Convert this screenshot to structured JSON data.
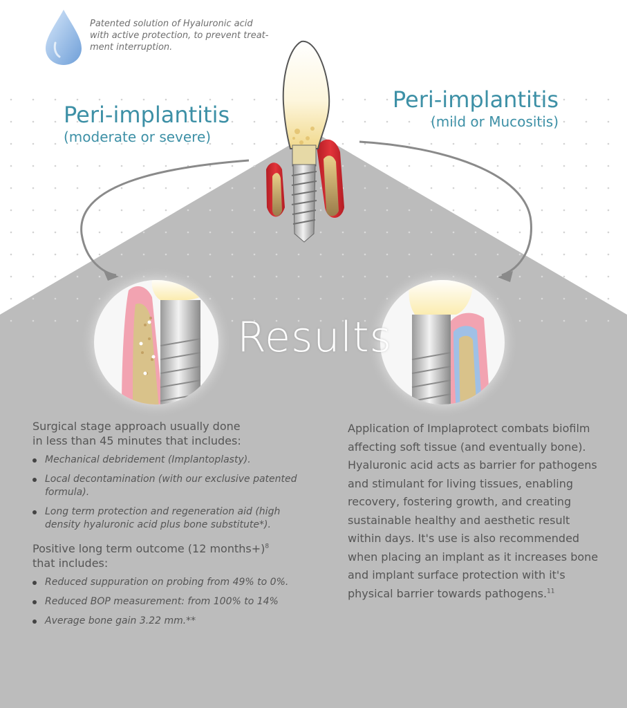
{
  "colors": {
    "background": "#ffffff",
    "house_gray": "#bcbcbc",
    "title_teal": "#3d90a6",
    "text_gray": "#555555",
    "gum_red": "#d9272e",
    "gum_pink": "#f2a3b1",
    "drop_blue": "#8db8e6",
    "bone_gold": "#d8b86a"
  },
  "icons": {
    "drop": "water-drop-icon",
    "tooth": "tooth-implant-icon"
  },
  "drop_caption": {
    "line1": "Patented solution of Hyaluronic acid",
    "line2": "with active protection, to prevent treat-",
    "line3": "ment interruption."
  },
  "left_title": {
    "main": "Peri-implantitis",
    "sub": "(moderate or severe)"
  },
  "right_title": {
    "main": "Peri-implantitis",
    "sub": "(mild or Mucositis)"
  },
  "results_label": "Results",
  "left_column": {
    "intro1": "Surgical stage approach usually done",
    "intro2": "in less than 45 minutes that includes:",
    "bullets1": [
      "Mechanical debridement (Implantoplasty).",
      "Local decontamination (with our exclusive patented formula).",
      "Long term protection and regeneration aid (high density hyaluronic acid plus bone substitute*)."
    ],
    "intro3": "Positive long term outcome (12 months+)",
    "intro3_sup": "8",
    "intro4": "that includes:",
    "bullets2": [
      "Reduced suppuration on probing from 49% to 0%.",
      "Reduced BOP measurement: from 100% to 14%",
      "Average bone gain 3.22 mm.**"
    ]
  },
  "right_column": {
    "paragraph": "Application of Implaprotect combats biofilm affecting soft tissue (and eventually bone). Hyaluronic acid acts as barrier for pathogens and stimulant for living tissues, enabling recovery, fostering growth, and creating sustainable healthy and aesthetic result within days. It's use is also recommended when placing an implant as it increases bone and implant surface protection with it's physical barrier towards pathogens.",
    "sup": "11"
  }
}
